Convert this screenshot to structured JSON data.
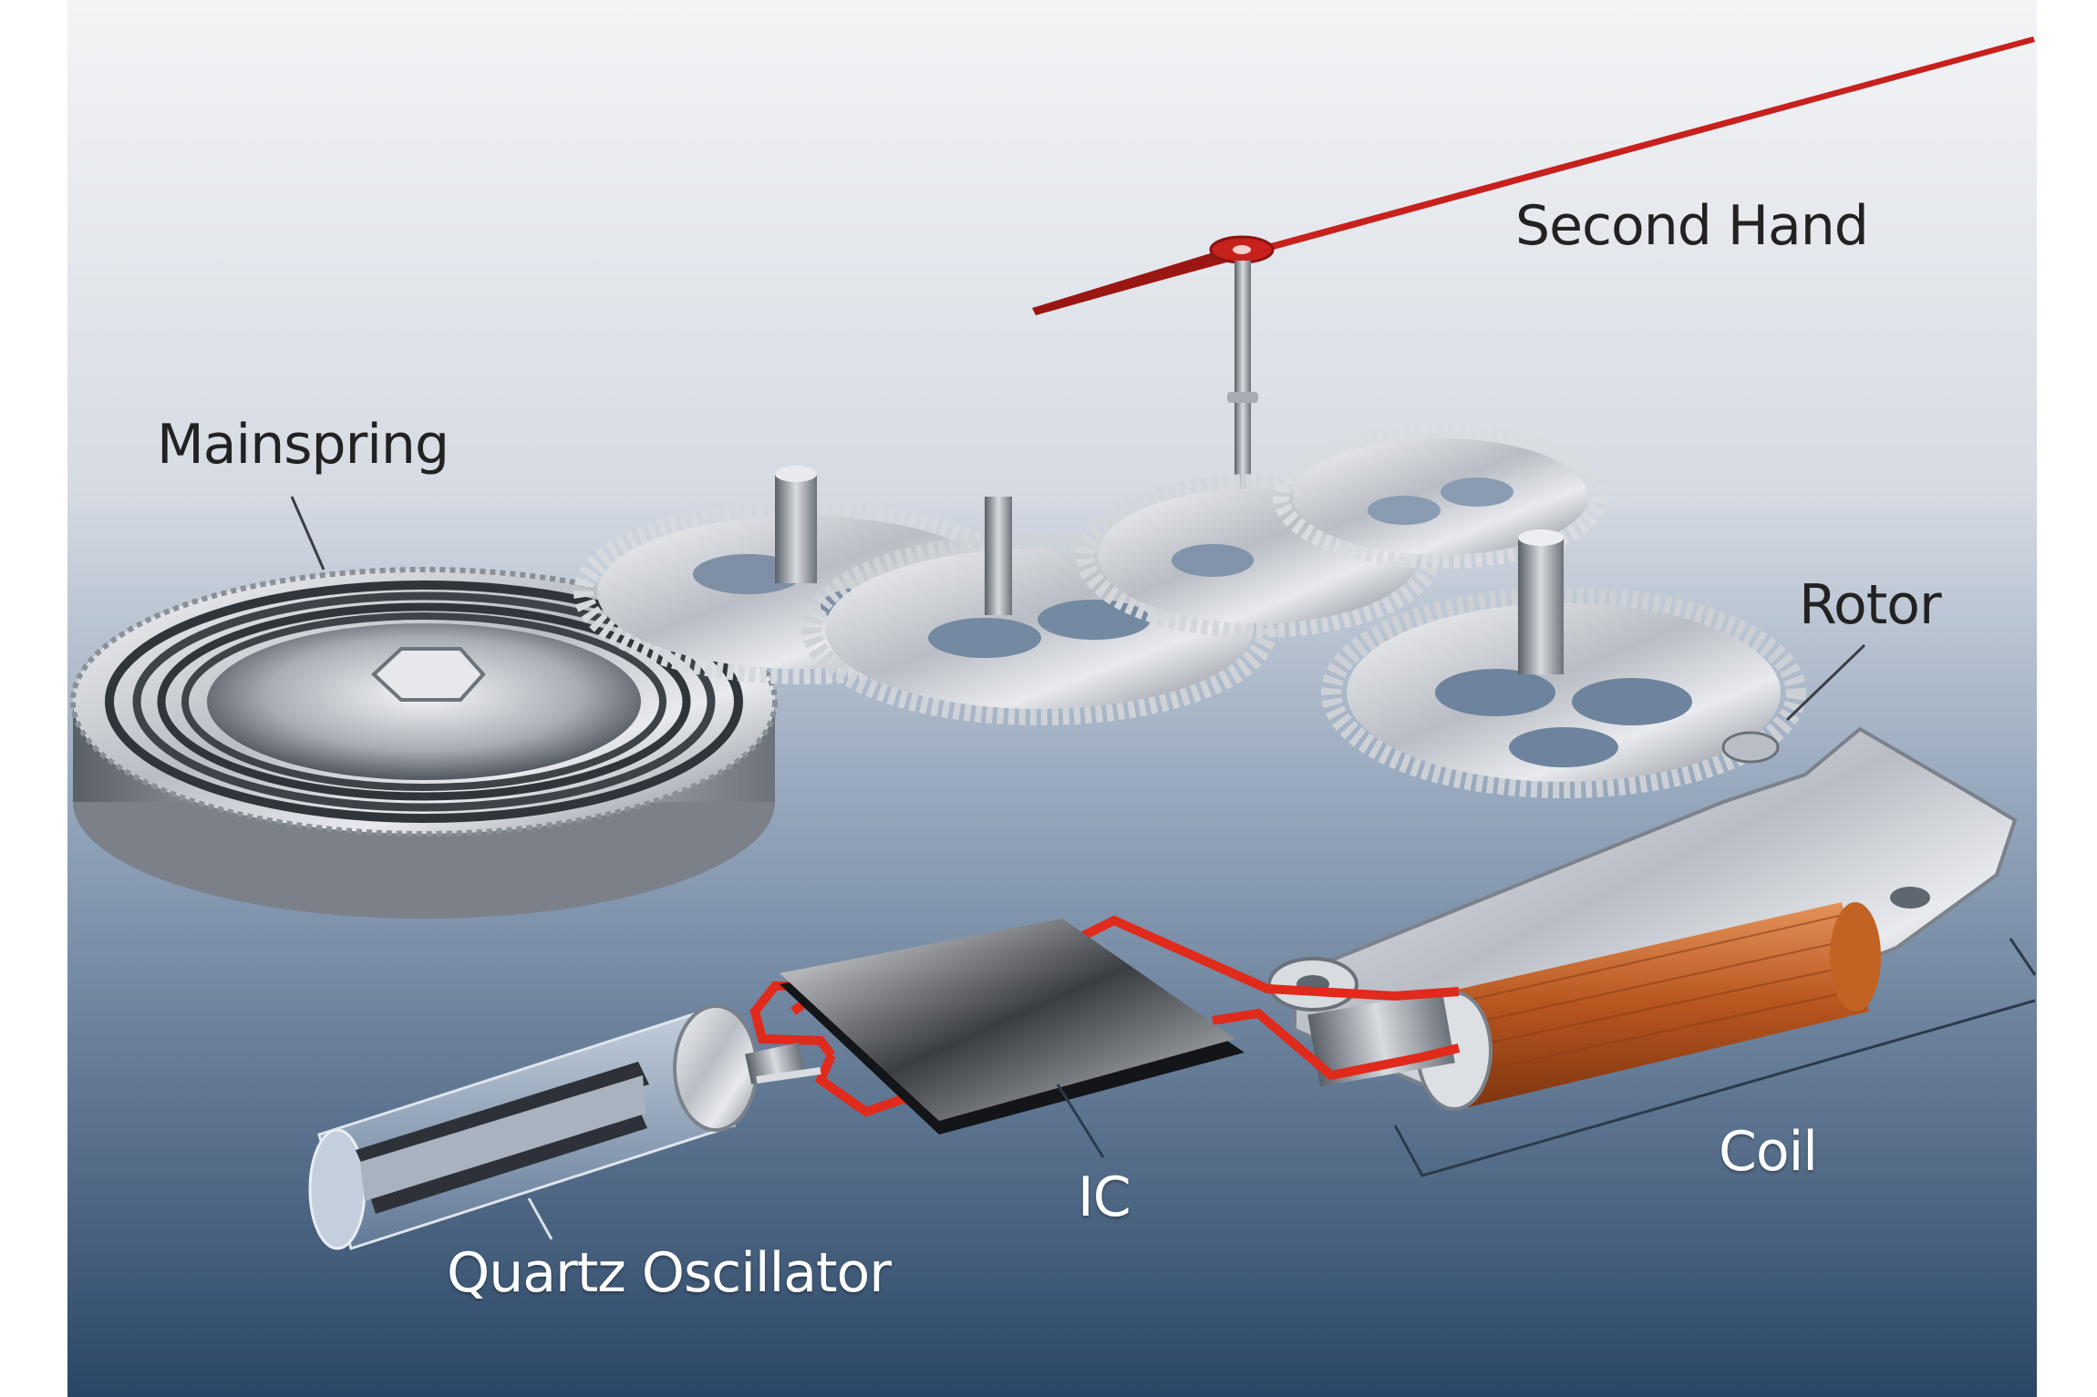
{
  "diagram": {
    "labels": {
      "second_hand": "Second Hand",
      "mainspring": "Mainspring",
      "rotor": "Rotor",
      "coil": "Coil",
      "ic": "IC",
      "quartz_oscillator": "Quartz Oscillator"
    },
    "colors": {
      "background_top": "#eef0f4",
      "background_bottom": "#2c4868",
      "metal": "#c9ccd2",
      "hand_red": "#c8201c",
      "circuit_red": "#e02a1c",
      "coil_copper": "#c8642c",
      "label_dark": "#222222",
      "label_light": "#ffffff"
    }
  }
}
